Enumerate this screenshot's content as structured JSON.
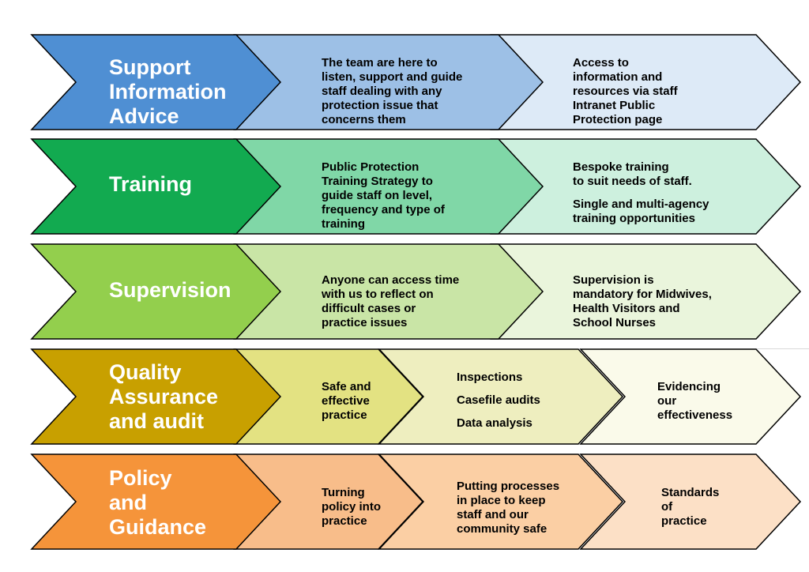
{
  "rows": [
    {
      "id": "support",
      "heading": [
        "Support",
        "Information",
        "Advice"
      ],
      "colors": [
        "#4f8fd3",
        "#9dc0e6",
        "#ddeaf7"
      ],
      "cells": [
        {
          "lines": [
            "The team are here to",
            "listen, support and guide",
            "staff dealing with any",
            "protection issue that",
            "concerns them"
          ]
        },
        {
          "lines": [
            "Access to",
            "information and",
            "resources via staff",
            "Intranet Public",
            "Protection page"
          ]
        }
      ]
    },
    {
      "id": "training",
      "heading": [
        "Training"
      ],
      "colors": [
        "#12aa50",
        "#80d7a7",
        "#cdf0de"
      ],
      "cells": [
        {
          "lines": [
            "Public Protection",
            "Training Strategy to",
            "guide staff on level,",
            "frequency and type of",
            "training"
          ]
        },
        {
          "paras": [
            [
              "Bespoke training",
              "to suit needs of staff."
            ],
            [
              "Single and multi-agency",
              "training opportunities"
            ]
          ]
        }
      ]
    },
    {
      "id": "supervision",
      "heading": [
        "Supervision"
      ],
      "colors": [
        "#93cf4d",
        "#c9e5a6",
        "#eaf5dc"
      ],
      "cells": [
        {
          "lines": [
            "Anyone can access time",
            "with us to reflect on",
            "difficult cases or",
            "practice issues"
          ]
        },
        {
          "lines": [
            "Supervision is",
            "mandatory for Midwives,",
            "Health Visitors and",
            "School Nurses"
          ]
        }
      ]
    },
    {
      "id": "quality",
      "heading": [
        "Quality",
        "Assurance",
        "and audit"
      ],
      "colors": [
        "#c8a000",
        "#e3e282",
        "#eeeebf",
        "#fafaea"
      ],
      "cells": [
        {
          "lines": [
            "Safe and",
            "effective",
            "practice"
          ]
        },
        {
          "paras": [
            [
              "Inspections"
            ],
            [
              "Casefile audits"
            ],
            [
              "Data analysis"
            ]
          ]
        },
        {
          "lines": [
            "Evidencing",
            "our",
            "effectiveness"
          ]
        }
      ]
    },
    {
      "id": "policy",
      "heading": [
        "Policy",
        "and",
        "Guidance"
      ],
      "colors": [
        "#f5943a",
        "#f8bd8a",
        "#fbcfa4",
        "#fce0c6"
      ],
      "cells": [
        {
          "lines": [
            "Turning",
            "policy into",
            "practice"
          ]
        },
        {
          "lines": [
            "Putting processes",
            "in place to keep",
            "staff and our",
            "community safe"
          ]
        },
        {
          "lines": [
            "Standards",
            "of",
            "practice"
          ]
        }
      ]
    }
  ]
}
